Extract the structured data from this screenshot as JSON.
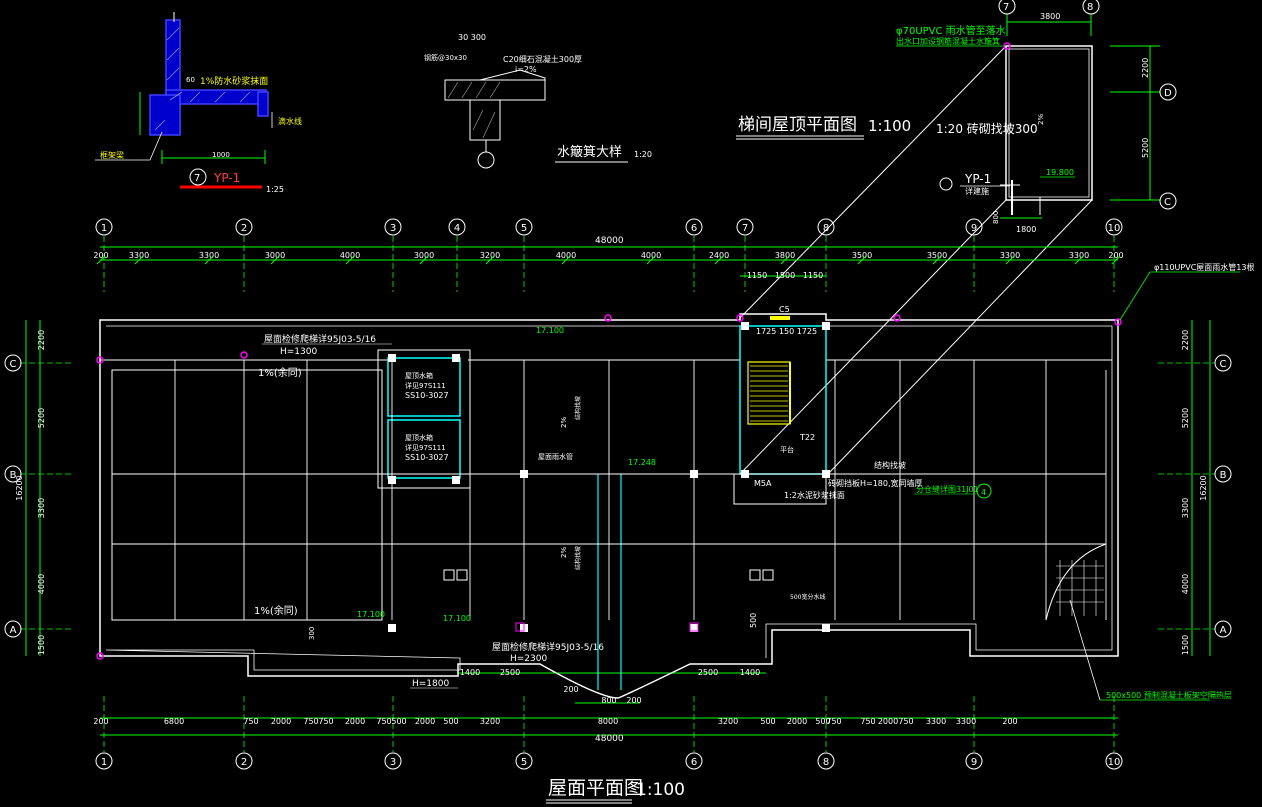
{
  "titles": {
    "roof_plan": "屋面平面图",
    "roof_plan_scale": "1:100",
    "stair_roof_plan": "梯间屋顶平面图",
    "stair_roof_scale": "1:100",
    "gutter_detail": "水簸箕大样",
    "gutter_scale": "1:20",
    "yp_ref_no": "7",
    "yp_ref_label": "YP-1",
    "yp_ref_scale": "1:25"
  },
  "axes": {
    "columns_top": [
      "1",
      "2",
      "3",
      "4",
      "5",
      "6",
      "7",
      "8",
      "9",
      "10"
    ],
    "columns_bottom": [
      "1",
      "2",
      "3",
      "5",
      "6",
      "8",
      "9",
      "10"
    ],
    "rows": [
      "C",
      "B",
      "A"
    ],
    "stair_cols": [
      "7",
      "8"
    ],
    "stair_rows": [
      "D",
      "C"
    ]
  },
  "dims": {
    "overall": "48000",
    "top_row": [
      "200",
      "3300",
      "3300",
      "3000",
      "4000",
      "3000",
      "3200",
      "4000",
      "4000",
      "2400",
      "3800",
      "3500",
      "3500",
      "3300",
      "3300",
      "200"
    ],
    "stair_sub": [
      "1150",
      "1500",
      "1150"
    ],
    "bottom_row": [
      "200",
      "6800",
      "750",
      "2000",
      "750",
      "750",
      "2000",
      "750",
      "500",
      "2000",
      "500",
      "3200",
      "8000",
      "3200",
      "500",
      "2000",
      "500",
      "750",
      "750",
      "2000",
      "750",
      "3300",
      "3300",
      "200"
    ],
    "bottom_sub": [
      "1400",
      "2500",
      "200",
      "800",
      "200",
      "2500",
      "1400"
    ],
    "left_total": "16200",
    "left_segments": [
      "2200",
      "5200",
      "3300",
      "4000",
      "1500"
    ],
    "stair_top": "3800",
    "stair_right": [
      "2200",
      "5200"
    ],
    "stair_small": [
      "1800",
      "800"
    ]
  },
  "notes": {
    "n1": "屋面检修爬梯详95J03-5/16",
    "n2": "H=1300",
    "n3": "1%(余同)",
    "n4": "1%(余同)",
    "n5": "屋面检修爬梯详95J03-5/16",
    "n6": "H=2300",
    "n7": "H=1800",
    "n8": "17.100",
    "n9": "17.100",
    "n10": "17.100",
    "n11": "17.248",
    "n12": "屋面雨水管",
    "n13": "φ110UPVC屋面雨水管13根",
    "n14": "500x500 预制混凝土板架空隔热层",
    "n15": "分仓缝详图31J01",
    "n16": "结构找坡",
    "n17": "砖砌挡板H=180,宽同墙厚",
    "n18": "1:2水泥砂浆抹面",
    "n19": "C5",
    "n20": "1725 150 1725",
    "n21": "T22",
    "n22": "平台",
    "n23": "M5A",
    "n24": "屋顶水箱",
    "n25": "详见97S111",
    "n26": "SS10-3027",
    "n27": "2%",
    "n28": "2%",
    "n29": "500宽分水线",
    "n30": "500",
    "n31": "300",
    "n32": "φ70UPVC 雨水管至落水",
    "n33": "出水口加设钢筋混凝土水簸箕",
    "n34": "1:20 砖砌找坡300",
    "n35": "19.800",
    "n36": "2%",
    "n37": "YP-1",
    "n38": "详建施",
    "n39": "2%",
    "n40": "结构找坡",
    "n41": "4"
  },
  "details": {
    "d1": "1%防水砂浆抹面",
    "d2": "60",
    "d3": "滴水线",
    "d4": "框架梁",
    "d5": "1000",
    "d6": "30 300",
    "d7": "C20细石混凝土300厚",
    "d8": "i=2%",
    "d9": "钢筋@30x30"
  },
  "colors": {
    "line": "#ffffff",
    "dim": "#00ff00",
    "grid": "#00c000",
    "axis_text": "#ffffff",
    "magenta": "#ff00ff",
    "yellow": "#ffff00",
    "cyan": "#00ffff",
    "blue": "#2020ff",
    "red": "#ff0000"
  }
}
